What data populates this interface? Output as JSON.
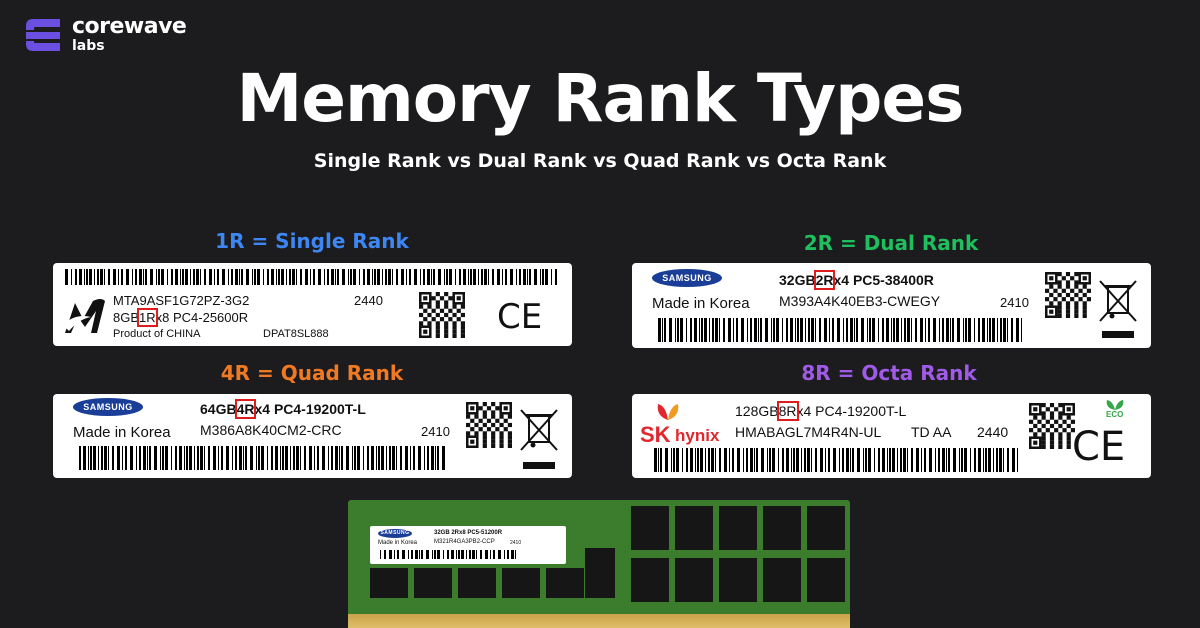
{
  "brand": {
    "name": "corewave",
    "sub": "labs",
    "color": "#6b4fe0"
  },
  "title": "Memory Rank Types",
  "subtitle": "Single Rank vs Dual Rank vs Quad Rank vs Octa Rank",
  "colors": {
    "single": "#3d87f5",
    "dual": "#1fbf5f",
    "quad": "#f07a24",
    "octa": "#a05ae8",
    "highlight": "#e01b1b"
  },
  "ranks": {
    "single": {
      "heading": "1R = Single Rank",
      "part": "MTA9ASF1G72PZ-3G2",
      "code": "2440",
      "spec_pre": "8GB",
      "spec_rank": "1R",
      "spec_post": "x8 PC4-25600R",
      "origin": "Product of CHINA",
      "serial": "DPAT8SL888",
      "mark": "CE"
    },
    "dual": {
      "heading": "2R = Dual Rank",
      "brand": "SAMSUNG",
      "made": "Made in Korea",
      "spec_pre": "32GB",
      "spec_rank": "2R",
      "spec_post": "x4 PC5-38400R",
      "part": "M393A4K40EB3-CWEGY",
      "code": "2410"
    },
    "quad": {
      "heading": "4R = Quad Rank",
      "brand": "SAMSUNG",
      "made": "Made in Korea",
      "spec_pre": "64GB",
      "spec_rank": "4R",
      "spec_post": "x4 PC4-19200T-L",
      "part": "M386A8K40CM2-CRC",
      "code": "2410"
    },
    "octa": {
      "heading": "8R = Octa Rank",
      "brand_sk": "SK",
      "brand_hynix": "hynix",
      "spec_pre": "128GB",
      "spec_rank": "8R",
      "spec_post": "x4 PC4-19200T-L",
      "part": "HMABAGL7M4R4N-UL",
      "lot": "TD AA",
      "code": "2440",
      "eco": "ECO",
      "mark": "CE"
    }
  },
  "module": {
    "brand": "SAMSUNG",
    "spec": "32GB 2Rx8 PC5-51200R",
    "made": "Made in Korea",
    "part": "M321R4GA3PB2-CCP",
    "code": "2410"
  }
}
